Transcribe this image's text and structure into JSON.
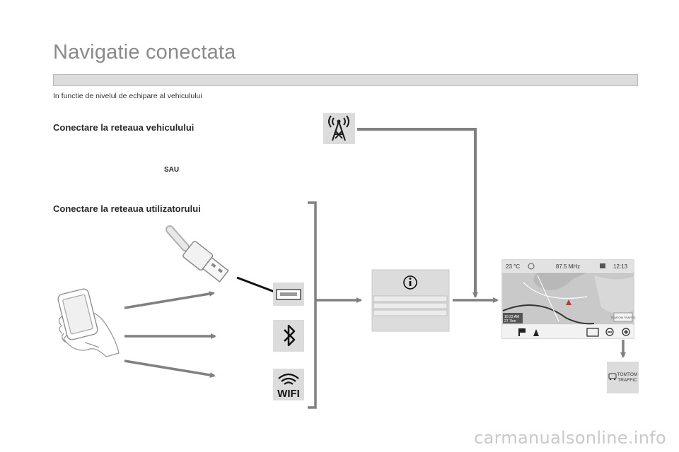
{
  "page": {
    "title": "Navigatie conectata",
    "subtitle": "In functie de nivelul de echipare al vehiculului"
  },
  "sections": {
    "vehicle_network": {
      "heading": "Conectare la reteaua vehiculului",
      "label": "SAU"
    },
    "user_network": {
      "heading": "Conectare la reteaua utilizatorului"
    }
  },
  "nav_screen": {
    "temperature": "23 °C",
    "radio": "87.5 MHz",
    "clock": "12:13",
    "nav_time": "10:23 AM",
    "nav_dist": "27.7km",
    "tomtom_small": "TOMTOM TRAFFIC"
  },
  "tomtom_badge": {
    "line1": "TOMTOM",
    "line2": "TRAFFIC"
  },
  "wifi_label": "WIFI",
  "icons": [
    "antenna-icon",
    "usb-plug-icon",
    "usb-port-icon",
    "bluetooth-icon",
    "wifi-icon",
    "smartphone-icon",
    "info-icon",
    "tomtom-traffic-icon"
  ],
  "colors": {
    "connector": "#808080",
    "title": "#8a8a8a",
    "icon_box": "#dcdcdc"
  },
  "footer": {
    "url": "carmanualsonline.info"
  }
}
